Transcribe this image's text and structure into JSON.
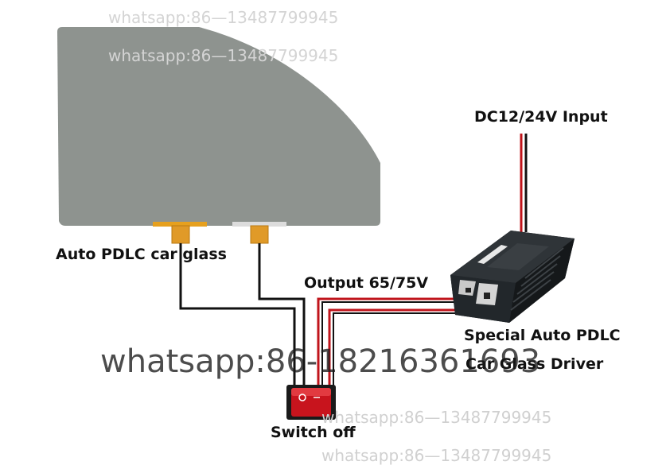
{
  "watermarks": {
    "top_1": "whatsapp:86—13487799945",
    "top_2": "whatsapp:86—13487799945",
    "center": "whatsapp:86-18216361693",
    "bottom_1": "whatsapp:86—13487799945",
    "bottom_2": "whatsapp:86—13487799945"
  },
  "labels": {
    "glass": "Auto PDLC car glass",
    "input": "DC12/24V Input",
    "output": "Output 65/75V",
    "driver_line1": "Special Auto PDLC",
    "driver_line2": "Car Glass Driver",
    "switch": "Switch off"
  },
  "colors": {
    "glass_fill": "#8e938f",
    "connector_left": "#e0a020",
    "connector_right_bar": "#d9d9d9",
    "connector_pad": "#e0a020",
    "wire_black": "#111111",
    "wire_red": "#c0141b",
    "switch_red": "#c8141d",
    "driver_body": "#1f2326"
  },
  "icons": {
    "driver": "power-inverter-icon",
    "switch": "rocker-switch-icon"
  }
}
